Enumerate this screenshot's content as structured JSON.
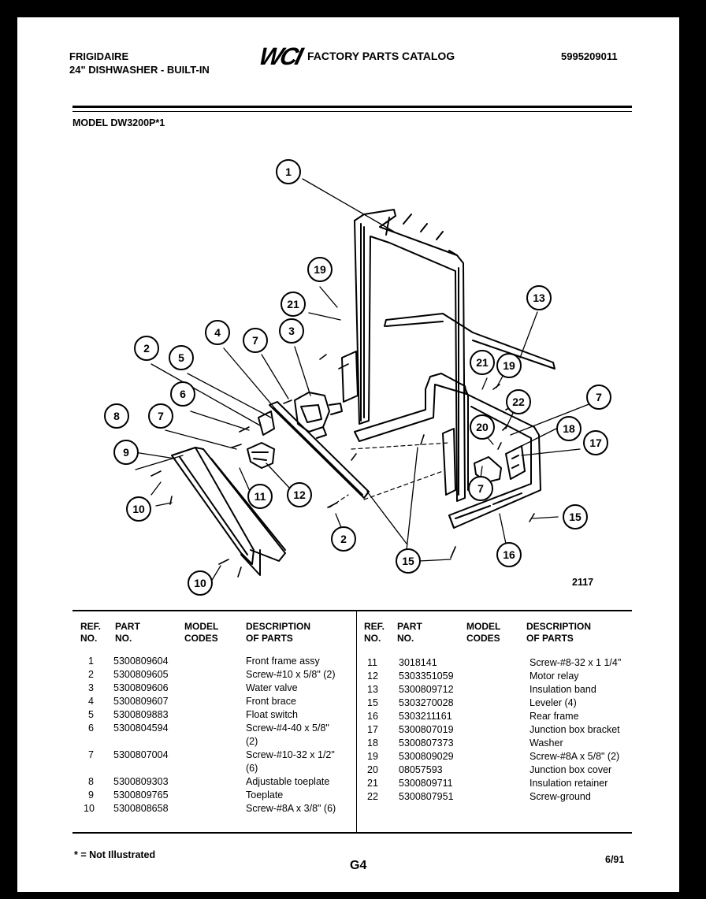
{
  "header": {
    "brand": "FRIGIDAIRE",
    "product": "24\" DISHWASHER - BUILT-IN",
    "catalog_logo": "WCI",
    "catalog_title": "FACTORY PARTS CATALOG",
    "catalog_number": "5995209011",
    "model": "MODEL DW3200P*1"
  },
  "diagram": {
    "figure_number": "2117",
    "callouts": [
      "1",
      "19",
      "21",
      "3",
      "7",
      "4",
      "2",
      "5",
      "6",
      "7",
      "8",
      "9",
      "10",
      "11",
      "12",
      "2",
      "15",
      "10",
      "13",
      "21",
      "19",
      "22",
      "7",
      "20",
      "18",
      "17",
      "7",
      "15",
      "16"
    ]
  },
  "table": {
    "headers": {
      "ref": [
        "REF.",
        "NO."
      ],
      "part": [
        "PART",
        "NO."
      ],
      "model": [
        "MODEL",
        "CODES"
      ],
      "desc": [
        "DESCRIPTION",
        "OF PARTS"
      ]
    },
    "left_rows": [
      {
        "ref": "1",
        "part": "5300809604",
        "desc": "Front frame assy"
      },
      {
        "ref": "2",
        "part": "5300809605",
        "desc": "Screw-#10 x 5/8\" (2)"
      },
      {
        "ref": "3",
        "part": "5300809606",
        "desc": "Water valve"
      },
      {
        "ref": "4",
        "part": "5300809607",
        "desc": "Front brace"
      },
      {
        "ref": "5",
        "part": "5300809883",
        "desc": "Float switch"
      },
      {
        "ref": "6",
        "part": "5300804594",
        "desc": "Screw-#4-40 x 5/8\"",
        "desc2": "(2)"
      },
      {
        "ref": "7",
        "part": "5300807004",
        "desc": "Screw-#10-32 x 1/2\"",
        "desc2": "(6)"
      },
      {
        "ref": "8",
        "part": "5300809303",
        "desc": "Adjustable toeplate"
      },
      {
        "ref": "9",
        "part": "5300809765",
        "desc": "Toeplate"
      },
      {
        "ref": "10",
        "part": "5300808658",
        "desc": "Screw-#8A x 3/8\" (6)"
      }
    ],
    "right_rows": [
      {
        "ref": "11",
        "part": "3018141",
        "desc": "Screw-#8-32 x 1 1/4\""
      },
      {
        "ref": "12",
        "part": "5303351059",
        "desc": "Motor relay"
      },
      {
        "ref": "13",
        "part": "5300809712",
        "desc": "Insulation band"
      },
      {
        "ref": "15",
        "part": "5303270028",
        "desc": "Leveler (4)"
      },
      {
        "ref": "16",
        "part": "5303211161",
        "desc": "Rear frame"
      },
      {
        "ref": "17",
        "part": "5300807019",
        "desc": "Junction box bracket"
      },
      {
        "ref": "18",
        "part": "5300807373",
        "desc": "Washer"
      },
      {
        "ref": "19",
        "part": "5300809029",
        "desc": "Screw-#8A x 5/8\" (2)"
      },
      {
        "ref": "20",
        "part": "08057593",
        "desc": "Junction box cover"
      },
      {
        "ref": "21",
        "part": "5300809711",
        "desc": "Insulation retainer"
      },
      {
        "ref": "22",
        "part": "5300807951",
        "desc": "Screw-ground"
      }
    ]
  },
  "footer": {
    "note": "* = Not Illustrated",
    "page": "G4",
    "date": "6/91"
  }
}
